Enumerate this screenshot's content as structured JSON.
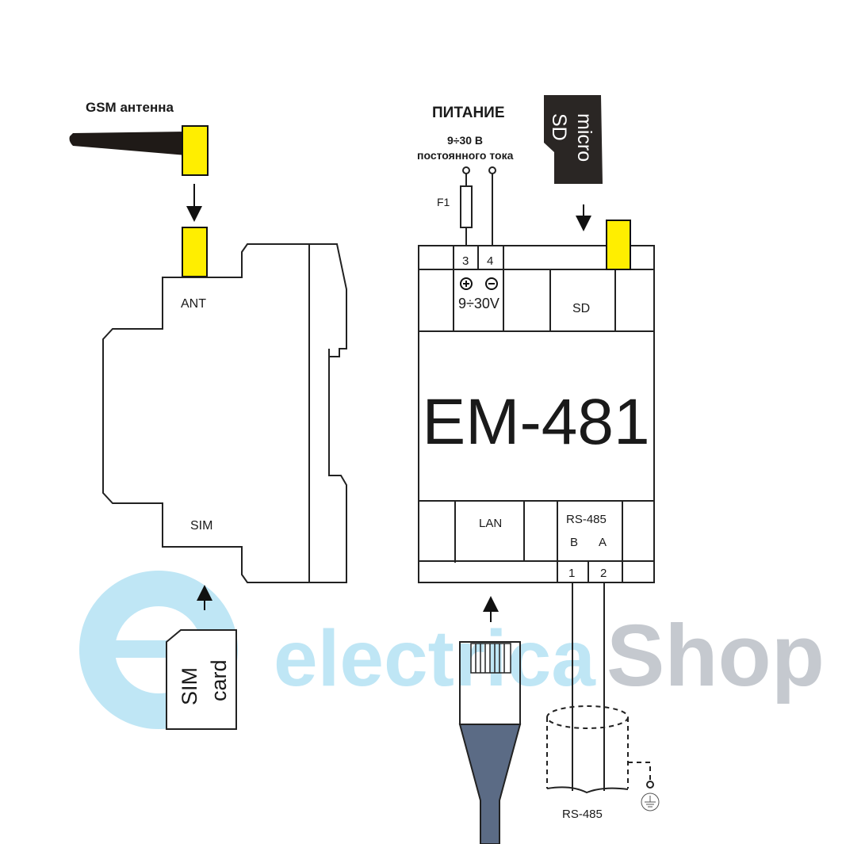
{
  "antenna": {
    "label": "GSM антенна",
    "port_label": "ANT"
  },
  "sim": {
    "port_label": "SIM",
    "card_line1": "SIM",
    "card_line2": "card"
  },
  "power": {
    "title": "ПИТАНИЕ",
    "voltage": "9÷30 В",
    "current_type": "постоянного тока",
    "fuse": "F1",
    "terminal_plus": "3",
    "terminal_minus": "4",
    "range": "9÷30V"
  },
  "sd": {
    "card_line1": "micro",
    "card_line2": "SD",
    "port_label": "SD"
  },
  "device": {
    "model": "EM-481"
  },
  "lan": {
    "port_label": "LAN"
  },
  "rs485": {
    "port_label": "RS-485",
    "line_b": "B",
    "line_a": "A",
    "terminal_b": "1",
    "terminal_a": "2",
    "cable_label": "RS-485"
  },
  "watermark": {
    "part1": "electrica",
    "part2": "Shop"
  },
  "colors": {
    "connector": "#ffee00",
    "watermark_blue": "#bfe6f5",
    "watermark_gray": "#c5c9cf",
    "lan_cable": "#5b6b85",
    "sd_card": "#2a2624"
  }
}
